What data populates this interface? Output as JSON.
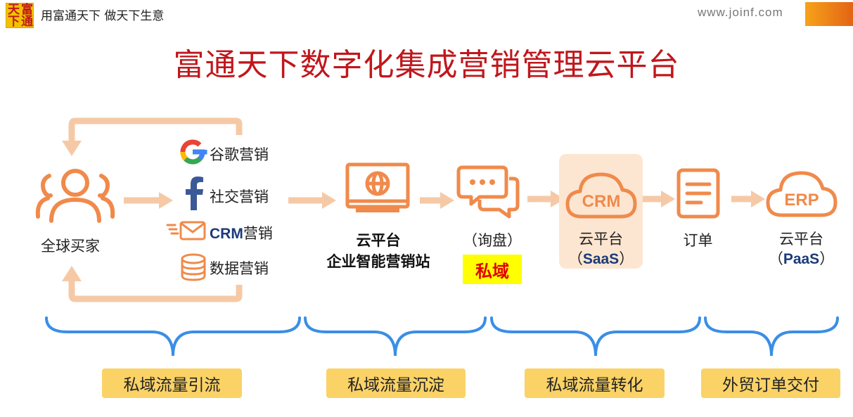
{
  "header": {
    "logo_chars": [
      "天",
      "富",
      "下",
      "通"
    ],
    "slogan": "用富通天下 做天下生意",
    "url": "www.joinf.com"
  },
  "title": "富通天下数字化集成营销管理云平台",
  "buyers": {
    "label": "全球买家",
    "icon": "people-icon"
  },
  "channels": [
    {
      "icon": "google-icon",
      "label": "谷歌营销"
    },
    {
      "icon": "facebook-icon",
      "label": "社交营销"
    },
    {
      "icon": "email-icon",
      "prefix": "CRM",
      "label": "营销"
    },
    {
      "icon": "database-icon",
      "label": "数据营销"
    }
  ],
  "flow": {
    "station": {
      "icon": "website-monitor-icon",
      "line1": "云平台",
      "line2": "企业智能营销站"
    },
    "inquiry": {
      "icon": "chat-icon",
      "label": "（询盘）",
      "badge": "私域"
    },
    "crm": {
      "icon_text": "CRM",
      "line1": "云平台",
      "line2_open": "（",
      "line2_main": "SaaS",
      "line2_close": "）"
    },
    "order": {
      "icon": "document-icon",
      "label": "订单"
    },
    "erp": {
      "icon_text": "ERP",
      "line1": "云平台",
      "line2_open": "（",
      "line2_main": "PaaS",
      "line2_close": "）"
    }
  },
  "stages": [
    "私域流量引流",
    "私域流量沉淀",
    "私域流量转化",
    "外贸订单交付"
  ],
  "colors": {
    "accent_orange": "#f08a4b",
    "arrow_light": "#f6c9a6",
    "brace_blue": "#3a8ee6",
    "stage_yellow": "#fad266",
    "title_red": "#c0171c",
    "badge_yellow": "#ffff00",
    "badge_red": "#e00000"
  }
}
